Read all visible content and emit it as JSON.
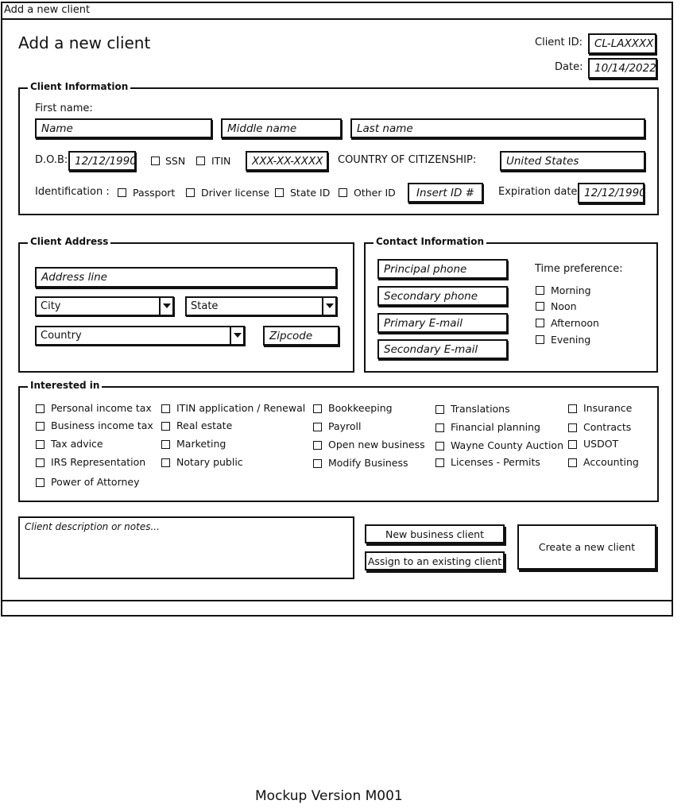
{
  "window": {
    "title": "Add a new client"
  },
  "header": {
    "title": "Add a new client",
    "client_id_label": "Client ID:",
    "client_id_value": "CL-LAXXXX",
    "date_label": "Date:",
    "date_value": "10/14/2022"
  },
  "client_info": {
    "legend": "Client Information",
    "first_name_label": "First name:",
    "name_value": "Name",
    "middle_name_value": "Middle name",
    "last_name_value": "Last name",
    "dob_label": "D.O.B:",
    "dob_value": "12/12/1990",
    "ssn_label": "SSN",
    "itin_label": "ITIN",
    "id_number_value": "XXX-XX-XXXX",
    "citizenship_label": "COUNTRY OF CITIZENSHIP:",
    "citizenship_value": "United States",
    "identification_label": "Identification :",
    "id_types": [
      "Passport",
      "Driver license",
      "State ID",
      "Other ID"
    ],
    "insert_id_value": "Insert ID #",
    "expiration_label": "Expiration date",
    "expiration_value": "12/12/1990"
  },
  "address": {
    "legend": "Client Address",
    "address_line_value": "Address line",
    "city_value": "City",
    "state_value": "State",
    "country_value": "Country",
    "zipcode_value": "Zipcode"
  },
  "contact": {
    "legend": "Contact Information",
    "principal_phone": "Principal phone",
    "secondary_phone": "Secondary phone",
    "primary_email": "Primary E-mail",
    "secondary_email": "Secondary E-mail",
    "time_pref_label": "Time preference:",
    "times": [
      "Morning",
      "Noon",
      "Afternoon",
      "Evening"
    ]
  },
  "interests": {
    "legend": "Interested in",
    "col1": [
      "Personal income tax",
      "Business income tax",
      "Tax advice",
      "IRS Representation",
      "Power of Attorney"
    ],
    "col2": [
      "ITIN application / Renewal",
      "Real estate",
      "Marketing",
      "Notary public"
    ],
    "col3": [
      "Bookkeeping",
      "Payroll",
      "Open new business",
      "Modify Business"
    ],
    "col4": [
      "Translations",
      "Financial planning",
      "Wayne County Auction",
      "Licenses - Permits"
    ],
    "col5": [
      "Insurance",
      "Contracts",
      "USDOT",
      "Accounting"
    ]
  },
  "notes": {
    "placeholder": "Client description or notes..."
  },
  "actions": {
    "new_business_client": "New business client",
    "assign_existing_client": "Assign to an existing client",
    "create_client": "Create a new client"
  },
  "footer": {
    "version": "Mockup Version M001"
  }
}
